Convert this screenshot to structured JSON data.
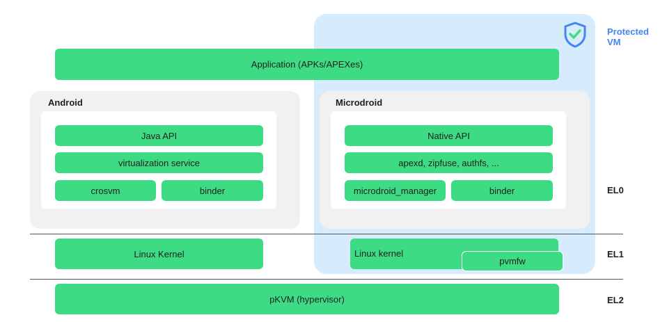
{
  "protected_vm": {
    "line1": "Protected",
    "line2": "VM",
    "icon": "shield-check-icon",
    "accent": "#4285f4"
  },
  "application": "Application (APKs/APEXes)",
  "android": {
    "title": "Android",
    "java_api": "Java API",
    "virtualization_service": "virtualization service",
    "crosvm": "crosvm",
    "binder": "binder"
  },
  "microdroid": {
    "title": "Microdroid",
    "native_api": "Native API",
    "daemons": "apexd, zipfuse, authfs, ...",
    "manager": "microdroid_manager",
    "binder": "binder"
  },
  "linux_kernel_host": "Linux Kernel",
  "linux_kernel_guest": "Linux kernel",
  "pvmfw": "pvmfw",
  "pkvm": "pKVM (hypervisor)",
  "levels": {
    "el0": "EL0",
    "el1": "EL1",
    "el2": "EL2"
  },
  "colors": {
    "green": "#3ddc84",
    "protected_bg": "#d6ebfb",
    "gray": "#f1f1f1"
  }
}
